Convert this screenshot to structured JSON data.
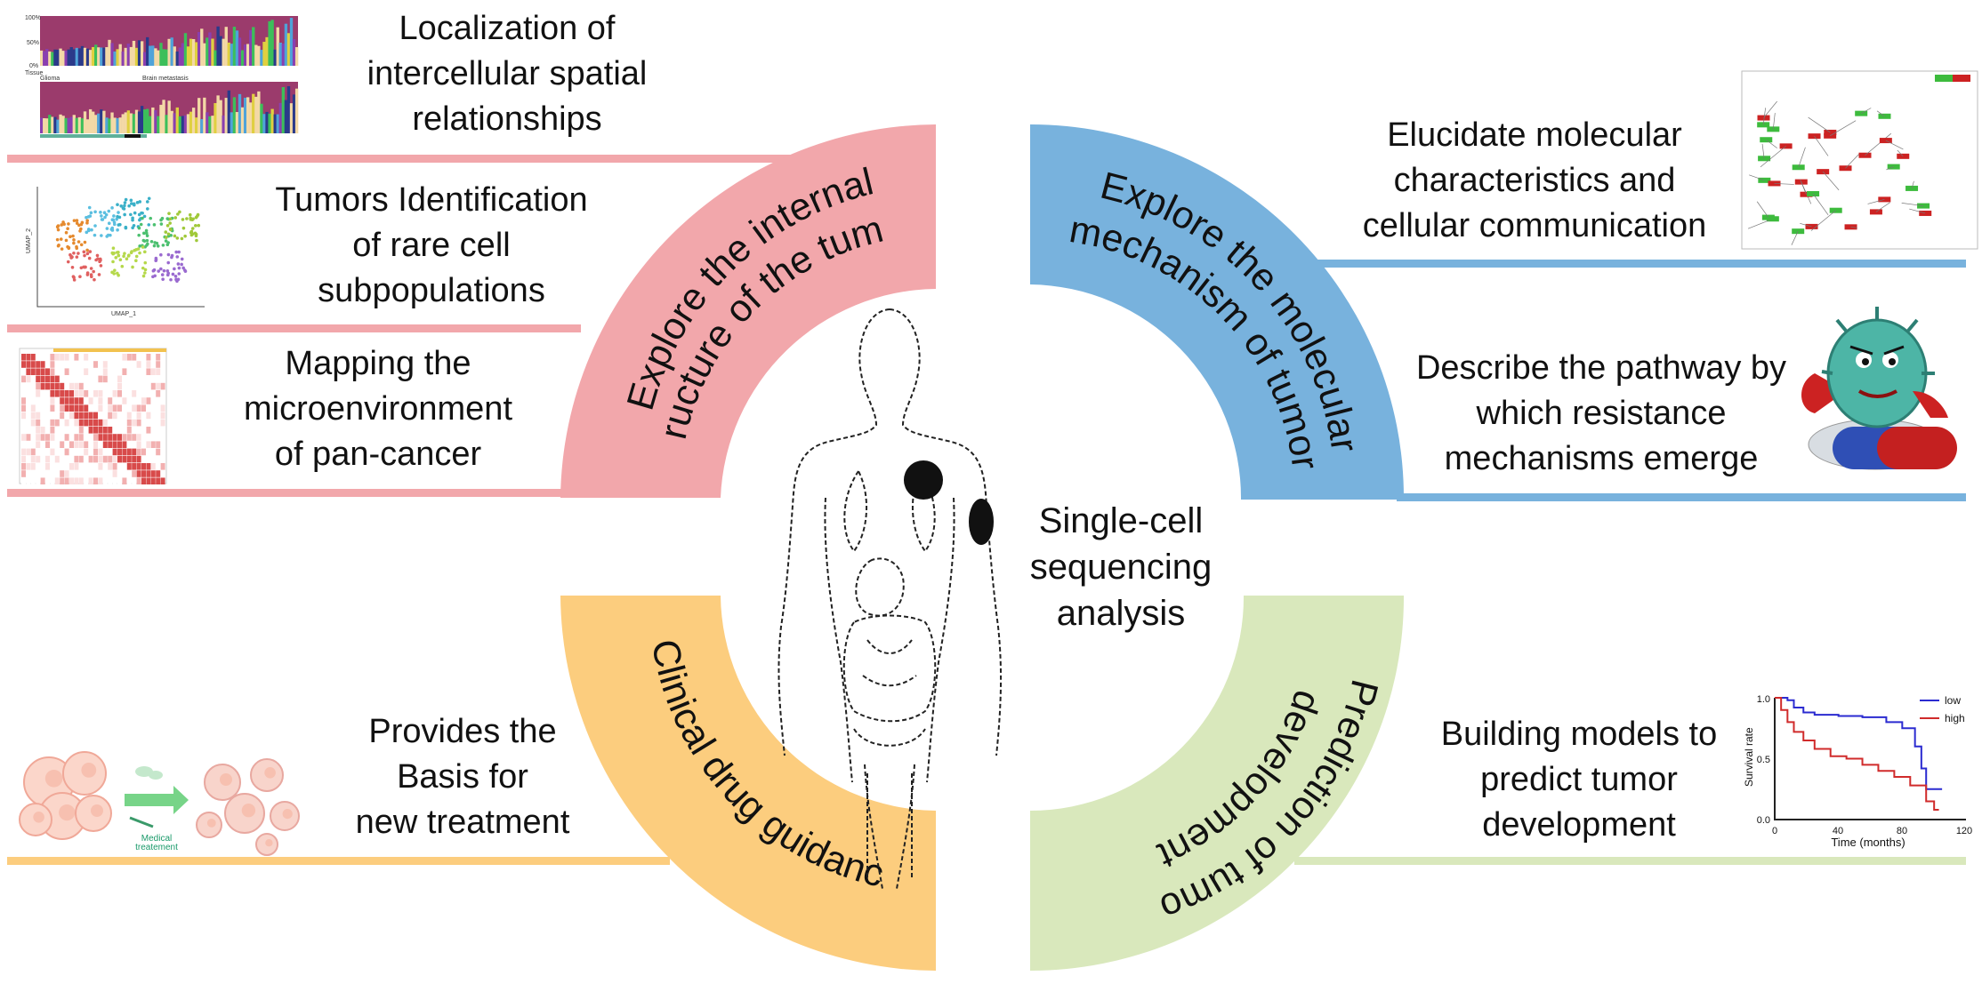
{
  "colors": {
    "pink": "#f2a7ab",
    "blue": "#78b2dd",
    "orange": "#fccd7e",
    "green": "#d9e8bc"
  },
  "center": {
    "lines": [
      "Single-cell",
      "sequencing",
      "analysis"
    ]
  },
  "quadrants": {
    "top_left": {
      "lines": [
        "Explore the internal",
        "structure of the tumor"
      ]
    },
    "top_right": {
      "lines": [
        "Explore the molecular",
        "mechanism of tumor"
      ]
    },
    "bottom_left": {
      "lines": [
        "Clinical drug guidance"
      ]
    },
    "bottom_right": {
      "lines": [
        "Prediction of tumor",
        "development"
      ]
    }
  },
  "items": {
    "spatial": {
      "lines": [
        "Localization of",
        "intercellular spatial",
        "relationships"
      ]
    },
    "rare": {
      "lines": [
        "Tumors Identification",
        "of rare cell",
        "subpopulations"
      ]
    },
    "mapping": {
      "lines": [
        "Mapping the",
        "microenvironment",
        "of pan-cancer"
      ]
    },
    "molecular": {
      "lines": [
        "Elucidate molecular",
        "characteristics and",
        "cellular communication"
      ]
    },
    "pathway": {
      "lines": [
        "Describe the pathway by",
        "which resistance",
        "mechanisms emerge"
      ]
    },
    "treatment": {
      "lines": [
        "Provides the",
        "Basis for",
        "new treatment"
      ]
    },
    "models": {
      "lines": [
        "Building models to",
        "predict tumor",
        "development"
      ]
    }
  },
  "thumbnails": {
    "barplot": {
      "ticks": [
        "100%",
        "50%",
        "0%"
      ],
      "row_label": "Tissue",
      "group_labels": [
        "Glioma",
        "Brain metastasis"
      ]
    },
    "umap": {
      "xlabel": "UMAP_1",
      "ylabel": "UMAP_2"
    },
    "treatment": {
      "caption_lines": [
        "Medical",
        "treatement"
      ]
    },
    "survival": {
      "ylabel": "Survival rate",
      "xlabel": "Time (months)",
      "yticks": [
        "1.0",
        "0.5",
        "0.0"
      ],
      "xticks": [
        "0",
        "40",
        "80",
        "120"
      ],
      "legend": [
        "low",
        "high"
      ]
    }
  }
}
